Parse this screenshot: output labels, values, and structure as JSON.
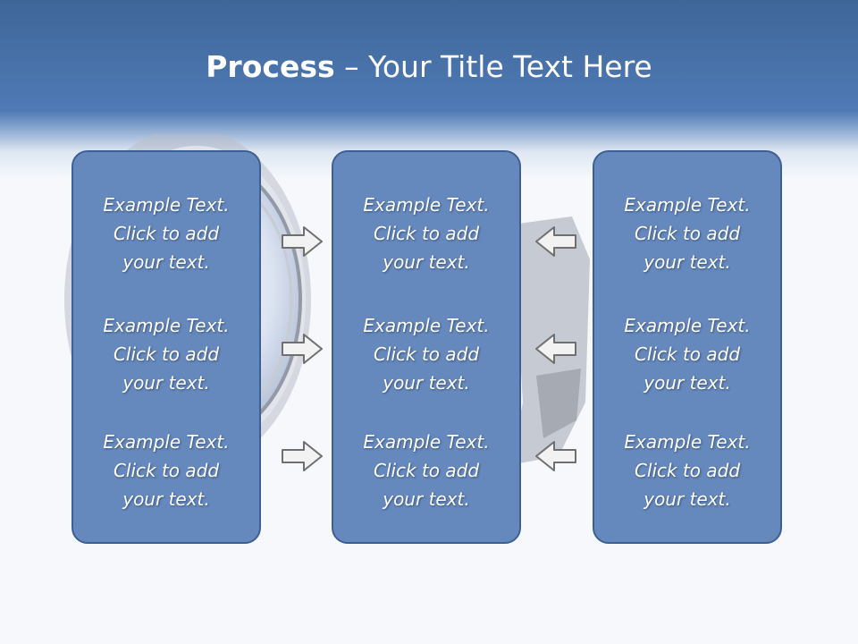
{
  "slide": {
    "title_bold": "Process",
    "title_rest": " – Your Title Text Here"
  },
  "columns": [
    {
      "blocks": [
        {
          "lines": [
            "Example Text.",
            "Click  to add",
            "your text."
          ]
        },
        {
          "lines": [
            "Example Text.",
            "Click  to add",
            "your text."
          ]
        },
        {
          "lines": [
            "Example Text.",
            "Click  to add",
            "your text."
          ]
        }
      ]
    },
    {
      "blocks": [
        {
          "lines": [
            "Example Text.",
            "Click  to add",
            "your text."
          ]
        },
        {
          "lines": [
            "Example Text.",
            "Click  to add",
            "your text."
          ]
        },
        {
          "lines": [
            "Example Text.",
            "Click  to add",
            "your text."
          ]
        }
      ]
    },
    {
      "blocks": [
        {
          "lines": [
            "Example Text.",
            "Click  to add",
            "your text."
          ]
        },
        {
          "lines": [
            "Example Text.",
            "Click  to add",
            "your text."
          ]
        },
        {
          "lines": [
            "Example Text.",
            "Click  to add",
            "your text."
          ]
        }
      ]
    }
  ],
  "arrows": {
    "left_group": "right",
    "right_group": "left"
  },
  "colors": {
    "card_fill": "#6689bd",
    "card_border": "#3e5f93",
    "header_blue": "#4f7ab5",
    "arrow_fill": "#f2f2f2",
    "arrow_stroke": "#6f6f6f"
  }
}
